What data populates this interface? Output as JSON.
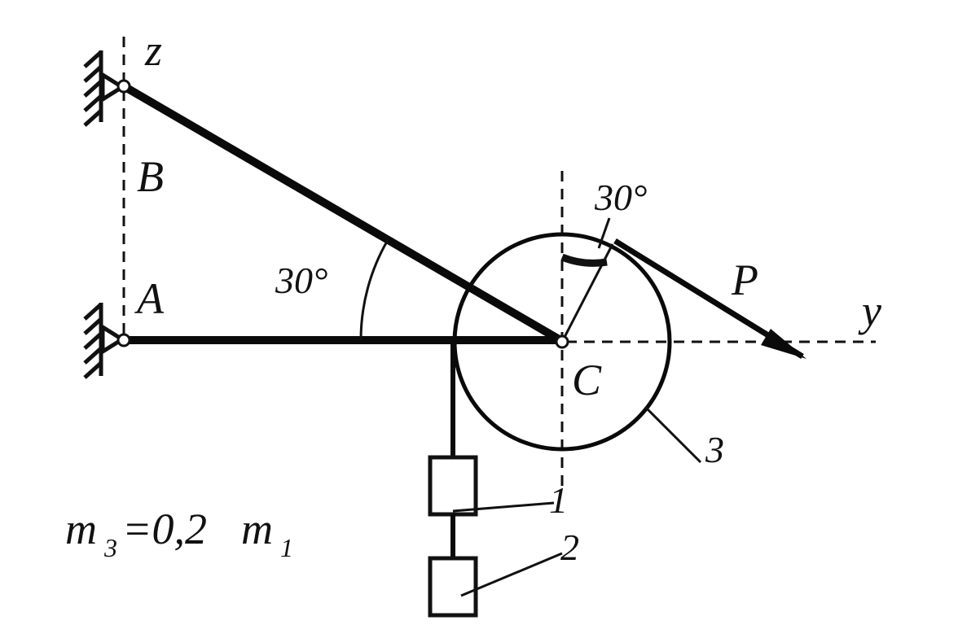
{
  "labels": {
    "z_axis": "z",
    "y_axis": "y",
    "point_b": "B",
    "point_a": "A",
    "point_c": "C",
    "force_p": "P",
    "angle_rod": "30°",
    "angle_force": "30°",
    "body_1": "1",
    "body_2": "2",
    "body_3": "3"
  },
  "formula": {
    "m": "m",
    "sub3": "3",
    "eq": "=0,2",
    "m2": "m",
    "sub1": "1"
  }
}
